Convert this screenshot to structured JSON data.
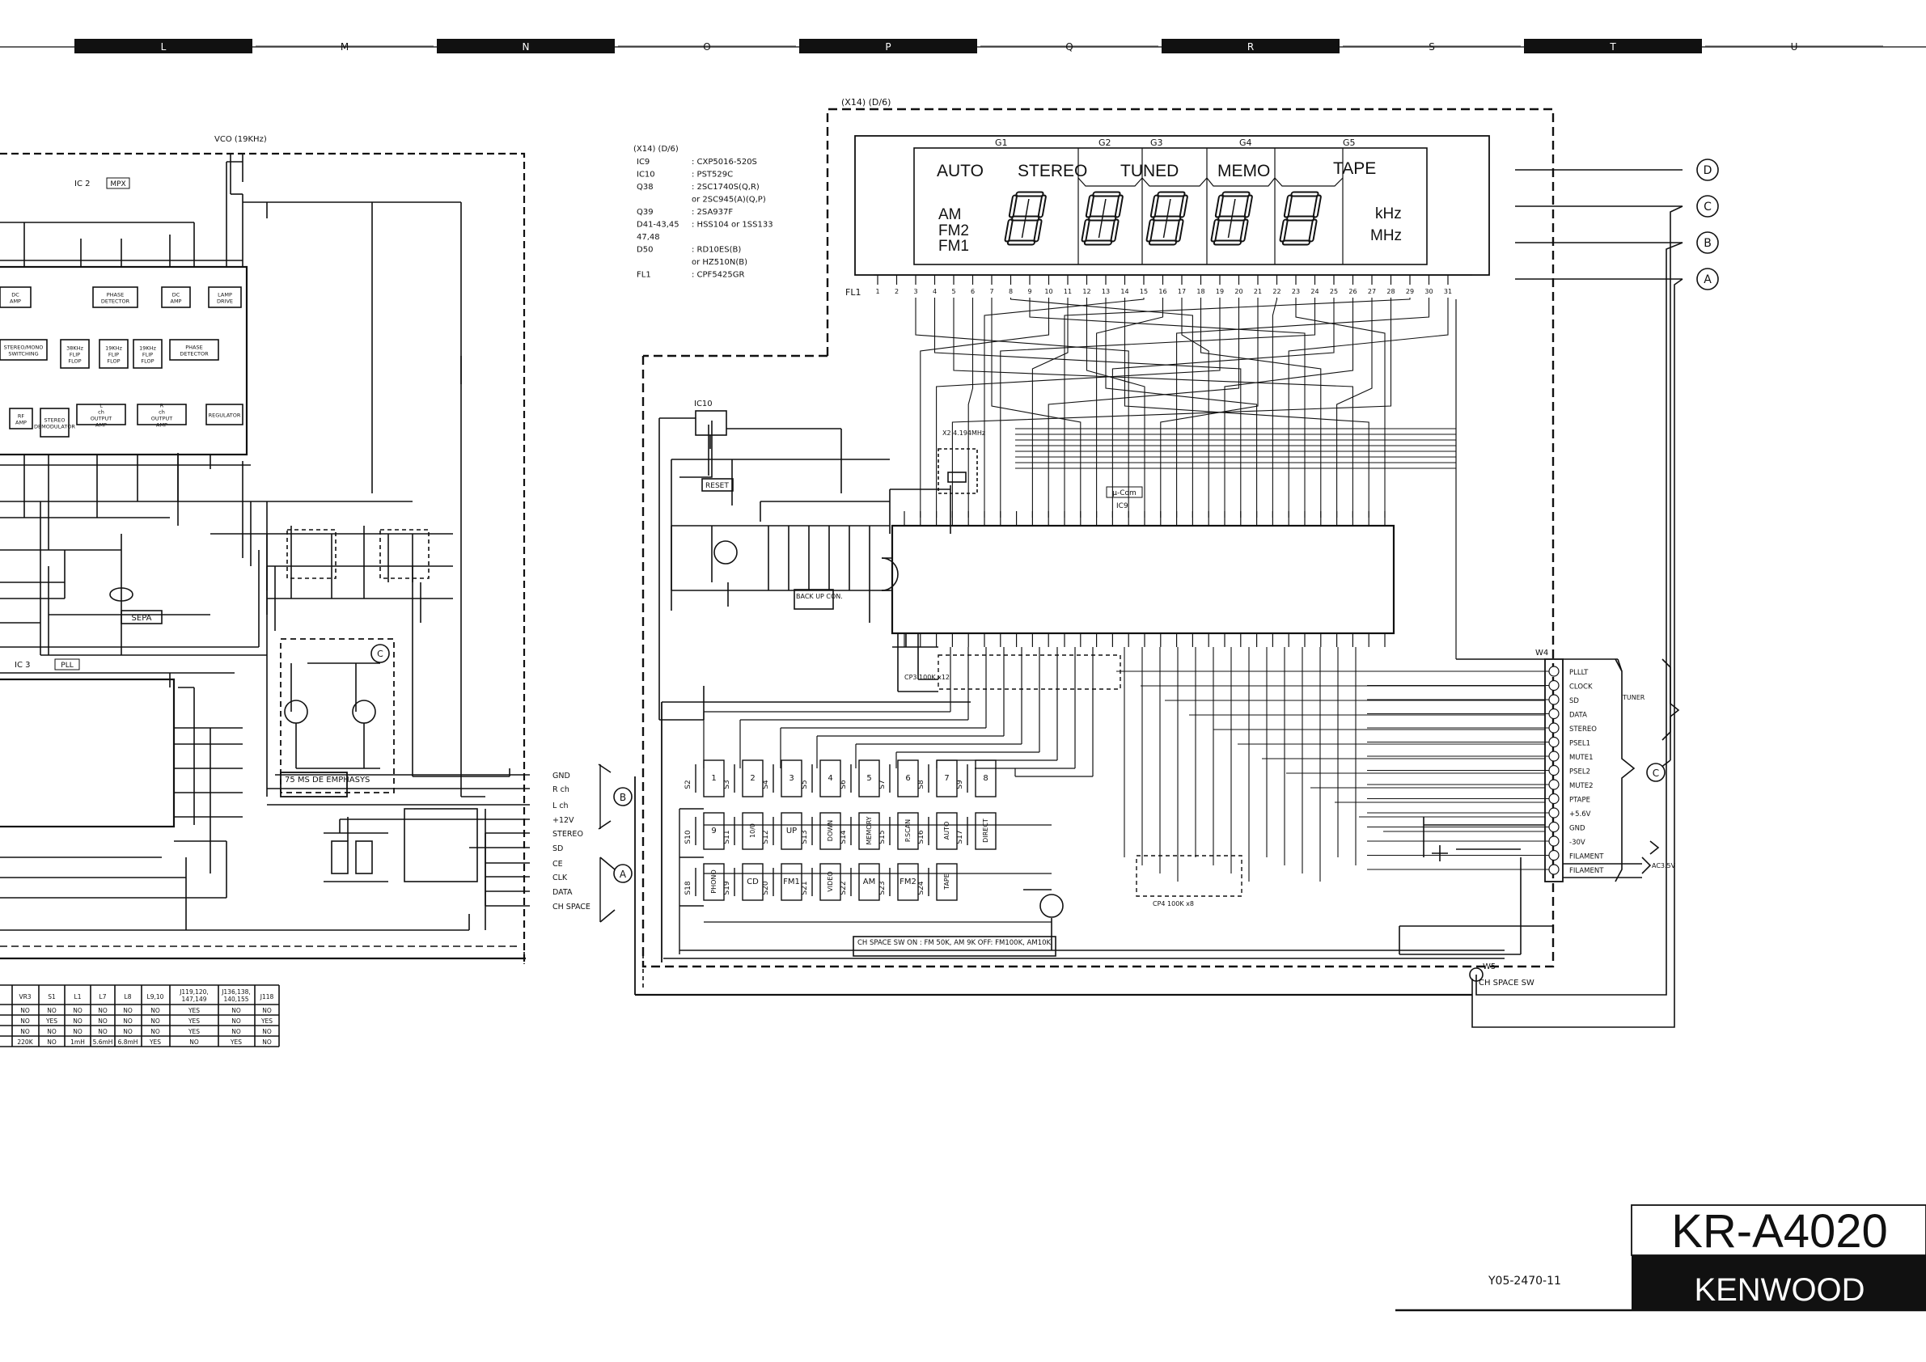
{
  "grid_columns": [
    "L",
    "M",
    "N",
    "O",
    "P",
    "Q",
    "R",
    "S",
    "T",
    "U"
  ],
  "parts_list": {
    "header": "(X14) (D/6)",
    "rows": [
      {
        "ref": "IC9",
        "part": ": CXP5016-520S"
      },
      {
        "ref": "IC10",
        "part": ": PST529C"
      },
      {
        "ref": "Q38",
        "part": ": 2SC1740S(Q,R)"
      },
      {
        "ref": "",
        "part": "or 2SC945(A)(Q,P)"
      },
      {
        "ref": "Q39",
        "part": ": 2SA937F"
      },
      {
        "ref": "D41-43,45",
        "part": ": HSS104 or 1SS133"
      },
      {
        "ref": "47,48",
        "part": ""
      },
      {
        "ref": "D50",
        "part": ": RD10ES(B)"
      },
      {
        "ref": "",
        "part": "or HZ510N(B)"
      },
      {
        "ref": "FL1",
        "part": ": CPF5425GR"
      }
    ]
  },
  "display": {
    "header": "(X14) (D/6)",
    "grids": [
      "G1",
      "G2",
      "G3",
      "G4",
      "G5"
    ],
    "labels": [
      "AUTO",
      "STEREO",
      "TUNED",
      "MEMO",
      "TAPE"
    ],
    "band_labels": [
      "AM",
      "FM2",
      "FM1"
    ],
    "unit_labels": [
      "kHz",
      "MHz"
    ],
    "ref": "FL1",
    "pins": [
      "1",
      "2",
      "3",
      "4",
      "5",
      "6",
      "7",
      "8",
      "9",
      "10",
      "11",
      "12",
      "13",
      "14",
      "15",
      "16",
      "17",
      "18",
      "19",
      "20",
      "21",
      "22",
      "23",
      "24",
      "25",
      "26",
      "27",
      "28",
      "29",
      "30",
      "31"
    ]
  },
  "connectors": [
    "D",
    "C",
    "B",
    "A"
  ],
  "left": {
    "vco": "VCO (19KHz)",
    "ic2": "IC 2",
    "ic2_tag": "MPX",
    "blocks": [
      "DC AMP",
      "PHASE DETECTOR",
      "DC AMP",
      "LAMP DRIVE",
      "STEREO/MONO SWITCHING",
      "38KHz FLIP FLOP",
      "19KHz FLIP FLOP",
      "19KHz FLIP FLOP",
      "PHASE DETECTOR",
      "RF AMP",
      "STEREO DEMODULATOR",
      "L ch OUTPUT AMP",
      "R ch OUTPUT AMP",
      "REGULATOR"
    ],
    "sepa": "SEPA",
    "ic3": "IC 3",
    "ic3_tag": "PLL",
    "emphasis": "75 MS DE EMPHASYS",
    "outputs": [
      "GND",
      "R ch",
      "L ch",
      "+12V",
      "STEREO",
      "SD",
      "CE",
      "CLK",
      "DATA",
      "CH SPACE"
    ]
  },
  "center": {
    "ic10": "IC10",
    "reset": "RESET",
    "backup": "BACK UP CON.",
    "mucom": "μ-Com",
    "ic9": "IC9",
    "cp3": "CP3 100K x12",
    "cp4": "CP4 100K x8",
    "x2": "X2 4.194MHz",
    "ch_space": "CH SPACE SW  ON : FM 50K, AM 9K   OFF: FM100K, AM10K"
  },
  "switches": [
    {
      "ref": "S2",
      "label": "1"
    },
    {
      "ref": "S3",
      "label": "2"
    },
    {
      "ref": "S4",
      "label": "3"
    },
    {
      "ref": "S5",
      "label": "4"
    },
    {
      "ref": "S6",
      "label": "5"
    },
    {
      "ref": "S7",
      "label": "6"
    },
    {
      "ref": "S8",
      "label": "7"
    },
    {
      "ref": "S9",
      "label": "8"
    },
    {
      "ref": "S10",
      "label": "9"
    },
    {
      "ref": "S11",
      "label": "10/0"
    },
    {
      "ref": "S12",
      "label": "UP"
    },
    {
      "ref": "S13",
      "label": "DOWN"
    },
    {
      "ref": "S14",
      "label": "MEMORY"
    },
    {
      "ref": "S15",
      "label": "P.SCAN"
    },
    {
      "ref": "S16",
      "label": "AUTO"
    },
    {
      "ref": "S17",
      "label": "DIRECT"
    },
    {
      "ref": "S18",
      "label": "PHONO"
    },
    {
      "ref": "S19",
      "label": "CD"
    },
    {
      "ref": "S20",
      "label": "FM1"
    },
    {
      "ref": "S21",
      "label": "VIDEO"
    },
    {
      "ref": "S22",
      "label": "AM"
    },
    {
      "ref": "S23",
      "label": "FM2"
    },
    {
      "ref": "S24",
      "label": "TAPE"
    }
  ],
  "w4": {
    "ref": "W4",
    "pins": [
      "PLLLT",
      "CLOCK",
      "SD",
      "DATA",
      "STEREO",
      "PSEL1",
      "MUTE1",
      "PSEL2",
      "MUTE2",
      "PTAPE",
      "+5.6V",
      "GND",
      "-30V",
      "FILAMENT",
      "FILAMENT"
    ],
    "tuner": "TUNER",
    "ac": "AC3.5V"
  },
  "w5": "W5",
  "w5_label": "CH SPACE SW",
  "table": {
    "cols": [
      "VR3",
      "S1",
      "L1",
      "L7",
      "L8",
      "L9,10",
      "J119,120, 147,149",
      "J136,138, 140,155",
      "J118"
    ],
    "rows": [
      [
        "NO",
        "NO",
        "NO",
        "NO",
        "NO",
        "NO",
        "YES",
        "NO",
        "NO"
      ],
      [
        "NO",
        "YES",
        "NO",
        "NO",
        "NO",
        "NO",
        "YES",
        "NO",
        "YES"
      ],
      [
        "NO",
        "NO",
        "NO",
        "NO",
        "NO",
        "NO",
        "YES",
        "NO",
        "NO"
      ],
      [
        "220K",
        "NO",
        "1mH",
        "5.6mH",
        "6.8mH",
        "YES",
        "NO",
        "YES",
        "NO"
      ]
    ]
  },
  "brand": {
    "model": "KR-A4020",
    "maker": "KENWOOD",
    "code": "Y05-2470-11"
  }
}
